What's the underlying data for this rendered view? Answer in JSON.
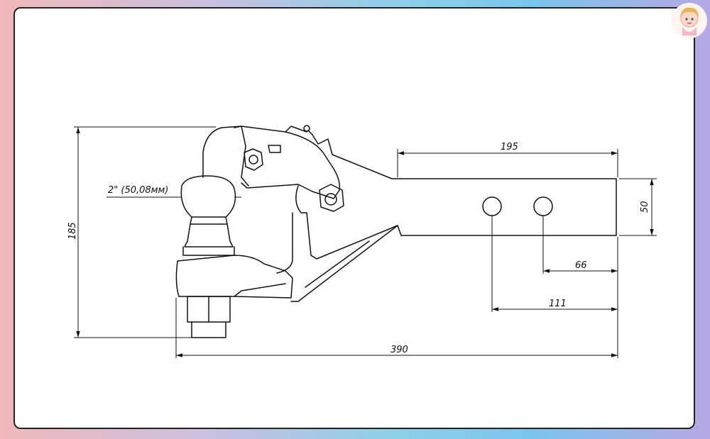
{
  "dimensions": {
    "width_top": "195",
    "ball_diameter": "2\" (50,08мм)",
    "height_total": "185",
    "bar_height": "50",
    "hole1_offset": "66",
    "hole2_offset": "111",
    "length_total": "390"
  },
  "colors": {
    "line": "#111111",
    "background": "#ffffff",
    "frame": "#222222"
  },
  "icons": {
    "logo": "cartoon-girl-logo"
  }
}
